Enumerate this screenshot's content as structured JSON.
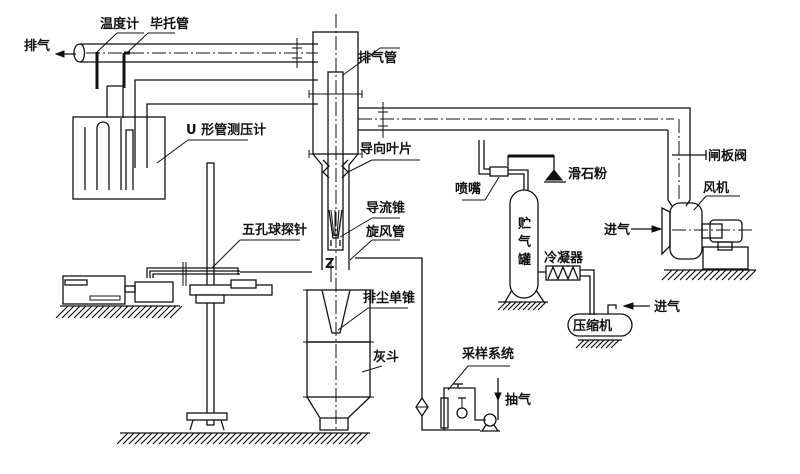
{
  "diagram": {
    "title": "Cyclone separator test rig schematic",
    "labels": {
      "exhaust": "排气",
      "thermometer": "温度计",
      "pitot_tube": "毕托管",
      "u_tube_manometer": "U 形管测压计",
      "exhaust_pipe": "排气管",
      "guide_vanes": "导向叶片",
      "flow_cone": "导流锥",
      "cyclone_tube": "旋风管",
      "five_hole_probe": "五孔球探针",
      "dust_cone": "排尘单锥",
      "ash_hopper": "灰斗",
      "sampling_system": "采样系统",
      "suction": "抽气",
      "nozzle": "喷嘴",
      "talc_powder": "滑石粉",
      "air_tank_1": "贮",
      "air_tank_2": "气",
      "air_tank_3": "罐",
      "condenser": "冷凝器",
      "compressor": "压缩机",
      "air_inlet_compressor": "进气",
      "gate_valve": "闸板阀",
      "fan": "风机",
      "air_inlet_fan": "进气",
      "z_axis": "Z"
    }
  }
}
